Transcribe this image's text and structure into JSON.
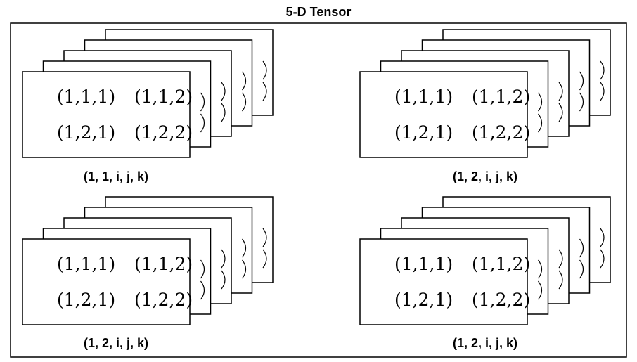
{
  "title": "5-D Tensor",
  "groups": [
    {
      "label": "(1, 1, i, j, k)",
      "cells": [
        "(1,1,1)",
        "(1,1,2)",
        "(1,2,1)",
        "(1,2,2)"
      ]
    },
    {
      "label": "(1, 2, i, j, k)",
      "cells": [
        "(1,1,1)",
        "(1,1,2)",
        "(1,2,1)",
        "(1,2,2)"
      ]
    },
    {
      "label": "(1, 2, i, j, k)",
      "cells": [
        "(1,1,1)",
        "(1,1,2)",
        "(1,2,1)",
        "(1,2,2)"
      ]
    },
    {
      "label": "(1, 2, i, j, k)",
      "cells": [
        "(1,1,1)",
        "(1,1,2)",
        "(1,2,1)",
        "(1,2,2)"
      ]
    }
  ],
  "colors": {
    "stroke": "#000000",
    "background": "#ffffff"
  }
}
